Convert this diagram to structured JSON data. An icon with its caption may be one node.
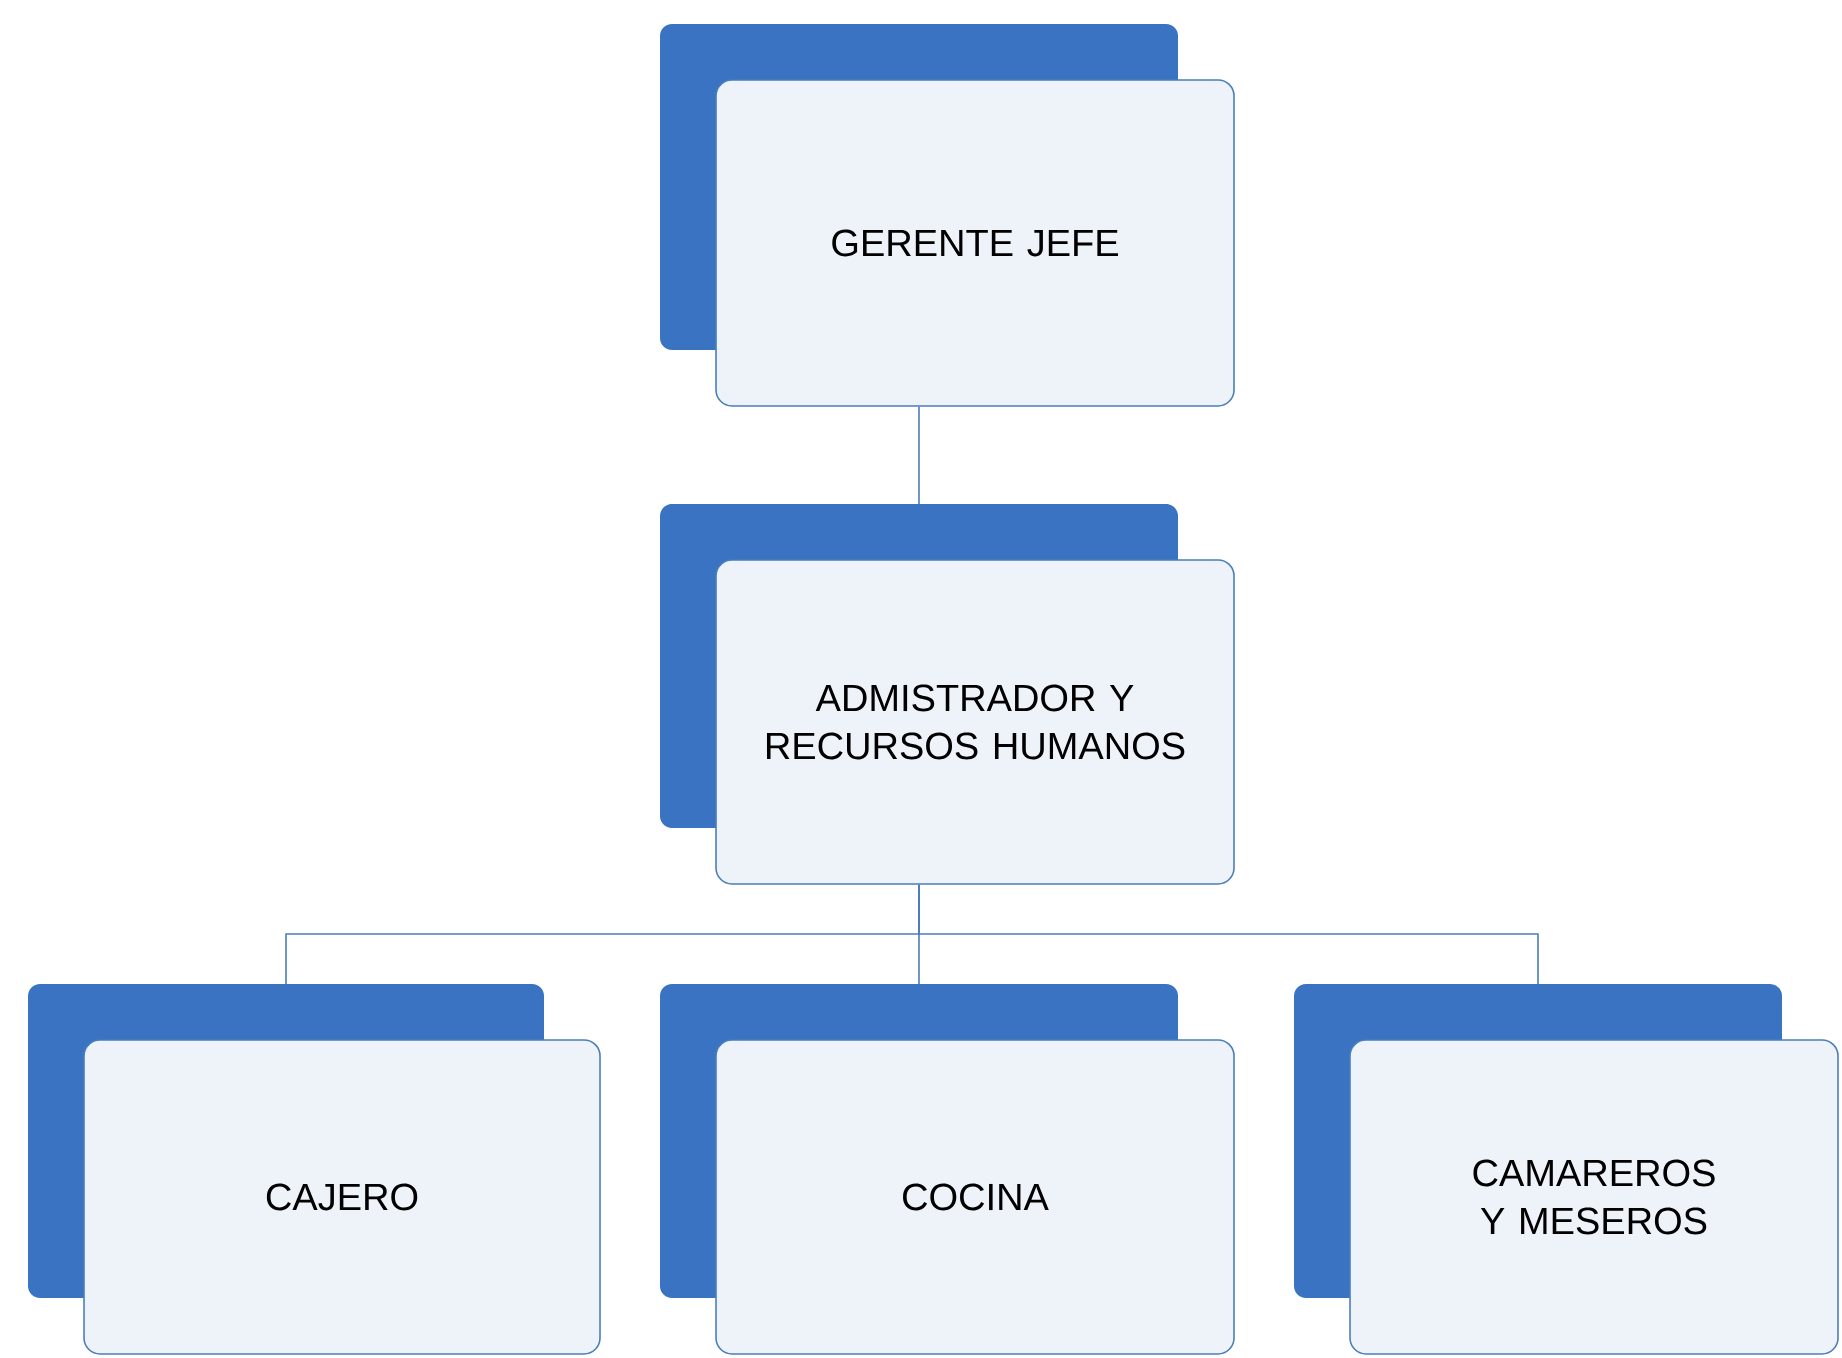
{
  "diagram": {
    "nodes": [
      {
        "text": [
          "GERENTE JEFE"
        ]
      },
      {
        "text": [
          "ADMISTRADOR Y RECURSOS HUMANOS"
        ]
      },
      {
        "text": [
          "CAJERO"
        ]
      },
      {
        "text": [
          "COCINA"
        ]
      },
      {
        "text": [
          "CAMAREROS Y MESEROS"
        ]
      }
    ],
    "edges": [
      {
        "from": 0,
        "to": 1,
        "arrow": "none"
      },
      {
        "from": 1,
        "to": 2,
        "arrow": "none"
      },
      {
        "from": 1,
        "to": 3,
        "arrow": "none"
      },
      {
        "from": 1,
        "to": 4,
        "arrow": "none"
      }
    ]
  }
}
